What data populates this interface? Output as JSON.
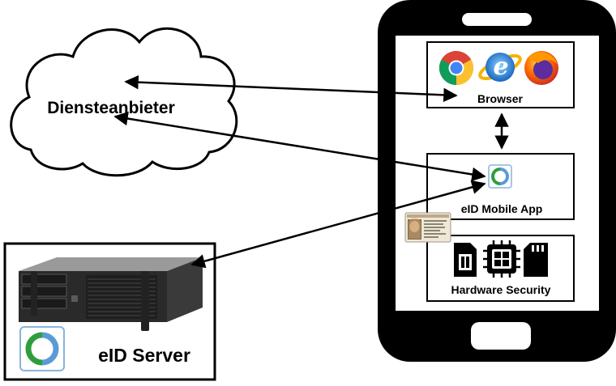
{
  "cloud": {
    "label": "Diensteanbieter"
  },
  "phone": {
    "browser": {
      "label": "Browser",
      "icons": [
        "chrome-icon",
        "internet-explorer-icon",
        "firefox-icon"
      ]
    },
    "app": {
      "label": "eID Mobile App",
      "icon": "eid-app-icon"
    },
    "hardware": {
      "label": "Hardware Security",
      "icons": [
        "sim-card-icon",
        "chip-icon",
        "sd-card-icon"
      ]
    },
    "id_card": "id-card-image"
  },
  "server": {
    "label": "eID Server",
    "icon": "eid-logo-icon",
    "image": "rack-server-image"
  },
  "colors": {
    "eid_green": "#2e9e3c",
    "eid_blue": "#5b9bd5",
    "frame": "#000000"
  }
}
